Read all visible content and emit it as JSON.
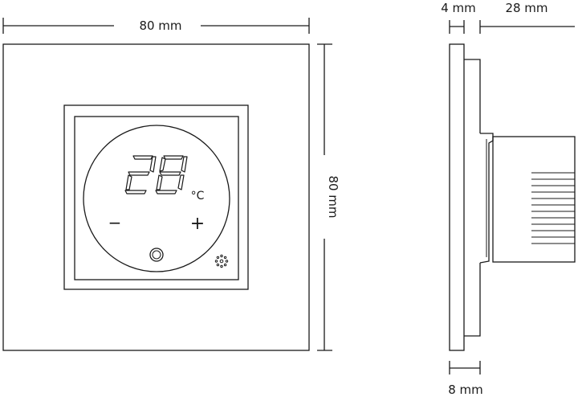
{
  "front_view": {
    "width_label": "80 mm",
    "height_label": "80 mm",
    "display": {
      "temperature": "28",
      "unit": "°C",
      "minus_symbol": "−",
      "plus_symbol": "+"
    }
  },
  "side_view": {
    "plate_thickness_label": "4 mm",
    "body_depth_label": "28 mm",
    "bottom_label": "8 mm"
  }
}
